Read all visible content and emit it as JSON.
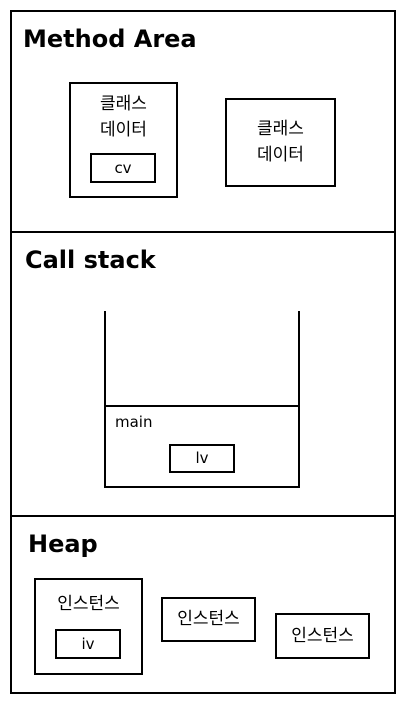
{
  "method_area": {
    "title": "Method Area",
    "class_data_1": {
      "label": "클래스\n데이터",
      "var": "cv"
    },
    "class_data_2": {
      "label": "클래스\n데이터"
    }
  },
  "call_stack": {
    "title": "Call stack",
    "frame": {
      "label": "main",
      "var": "lv"
    }
  },
  "heap": {
    "title": "Heap",
    "instance_1": {
      "label": "인스턴스",
      "var": "iv"
    },
    "instance_2": {
      "label": "인스턴스"
    },
    "instance_3": {
      "label": "인스턴스"
    }
  }
}
